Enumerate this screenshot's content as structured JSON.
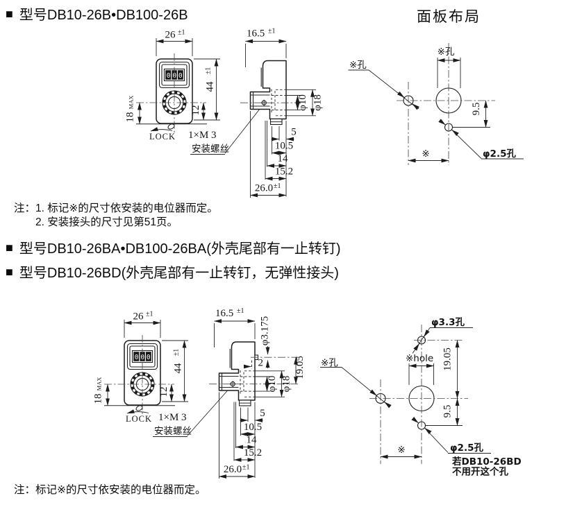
{
  "header": {
    "section1": {
      "bullet": "■",
      "title": "型号DB10-26B•DB100-26B",
      "panel_title": "面板布局"
    },
    "section2": {
      "bullet": "■",
      "title": "型号DB10-26BA•DB100-26BA(外壳尾部有一止转钉)"
    },
    "section3": {
      "bullet": "■",
      "title": "型号DB10-26BD(外壳尾部有一止转钉，无弹性接头)"
    }
  },
  "notes": {
    "note1_label": "注：",
    "note1_line1": "1. 标记※的尺寸依安装的电位器而定。",
    "note1_line2": "2. 安装接头的尺寸见第51页。",
    "note2": "注：标记※的尺寸依安装的电位器而定。"
  },
  "top": {
    "front": {
      "width": "26",
      "width_tol": "±1",
      "height": "44",
      "height_tol": "±1",
      "protrusion": "18",
      "protrusion_unit": "MAX",
      "knob_center": "12",
      "lock": "LOCK",
      "screw": "1×M 3",
      "screw_label": "安装螺丝",
      "digits": [
        "0",
        "0",
        "0"
      ]
    },
    "side": {
      "depth": "16.5",
      "depth_tol": "±1",
      "shaft_dia": "φ10",
      "bushing_dia": "φ18",
      "dim5": "5",
      "dim105": "10.5",
      "dim14": "14",
      "dim152": "15.2",
      "total": "26.0",
      "total_tol": "±1"
    },
    "panel": {
      "hole_top": "※孔",
      "hole_left": "※孔",
      "dim95": "9.5",
      "dim_star": "※",
      "hole_bottom": "φ2.5孔"
    }
  },
  "bottom": {
    "front": {
      "width": "26",
      "width_tol": "±1",
      "height": "44",
      "height_tol": "±1",
      "protrusion": "18",
      "protrusion_unit": "MAX",
      "knob_center": "12",
      "lock": "LOCK",
      "screw": "1×M 3",
      "screw_label": "安装螺丝",
      "digits": [
        "0",
        "0",
        "0"
      ]
    },
    "side": {
      "depth": "16.5",
      "depth_tol": "±1",
      "pin_dia": "φ3.175",
      "pin_offset": "2",
      "pin_pitch": "19.05",
      "shaft_dia": "φ10",
      "bushing_dia": "φ18",
      "dim5": "5",
      "dim105": "10.5",
      "dim14": "14",
      "dim152": "15.2",
      "total": "26.0",
      "total_tol": "±1"
    },
    "panel": {
      "hole_top": "φ3.3孔",
      "hole_width": "※hole",
      "dim1905": "19.05",
      "dim95": "9.5",
      "hole_left": "※孔",
      "dim_star": "※",
      "hole_bottom": "φ2.5孔",
      "hole_note1": "若DB10-26BD",
      "hole_note2": "不用开这个孔"
    }
  }
}
